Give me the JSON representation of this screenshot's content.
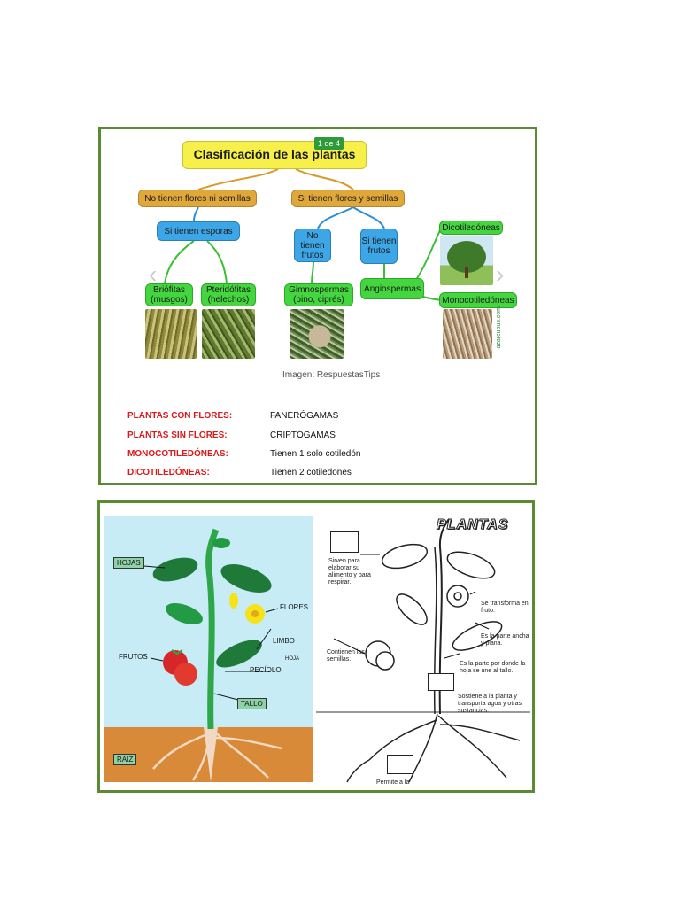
{
  "classification": {
    "title": "Clasificación de las plantas",
    "counter": "1 de 4",
    "no_flowers": "No tienen flores ni semillas",
    "yes_flowers": "Si tienen flores y semillas",
    "spores": "Si tienen esporas",
    "no_fruits": "No tienen frutos",
    "yes_fruits": "Si tienen frutos",
    "briofitas": "Briófitas (musgos)",
    "pteridofitas": "Pteridófitas (helechos)",
    "gimnospermas": "Gimnospermas (pino, ciprés)",
    "angiospermas": "Angiospermas",
    "dicotiledoneas": "Dicotiledóneas",
    "monocotiledoneas": "Monocotiledóneas",
    "credit": "Imagen: RespuestasTips",
    "watermark": "azarcubus.com",
    "prev_icon": "chevron-left-icon",
    "next_icon": "chevron-right-icon"
  },
  "definitions": [
    {
      "term": "PLANTAS CON FLORES:",
      "value": "FANERÓGAMAS"
    },
    {
      "term": "PLANTAS SIN FLORES:",
      "value": "CRIPTÓGAMAS"
    },
    {
      "term": "MONOCOTILEDÓNEAS:",
      "value": "Tienen 1 solo cotiledón"
    },
    {
      "term": "DICOTILEDÓNEAS:",
      "value": "Tienen 2 cotiledones"
    }
  ],
  "plant_diagram": {
    "hojas": "HOJAS",
    "flores": "FLORES",
    "limbo": "LIMBO",
    "hoja": "HOJA",
    "frutos": "FRUTOS",
    "peciolo": "PECÍOLO",
    "tallo": "TALLO",
    "raiz": "RAIZ"
  },
  "worksheet": {
    "title": "PLANTAS",
    "note_leaves": "Sirven para elaborar su alimento y para respirar.",
    "note_flower": "Se transforma en fruto.",
    "note_limbo": "Es la parte ancha y plana.",
    "note_seeds": "Contienen las semillas.",
    "note_petiole": "Es la parte por donde la hoja se une al tallo.",
    "note_stem": "Sostiene a la planta y transporta agua y otras sustancias.",
    "note_root": "Permite a la"
  },
  "colors": {
    "frame": "#5a8a32",
    "orange": "#e0a83a",
    "blue": "#3da6e6",
    "green": "#44d63e",
    "yellow": "#f7ef4a",
    "red_text": "#d91a1a",
    "sky": "#c7ecf6",
    "soil": "#d98a38"
  }
}
